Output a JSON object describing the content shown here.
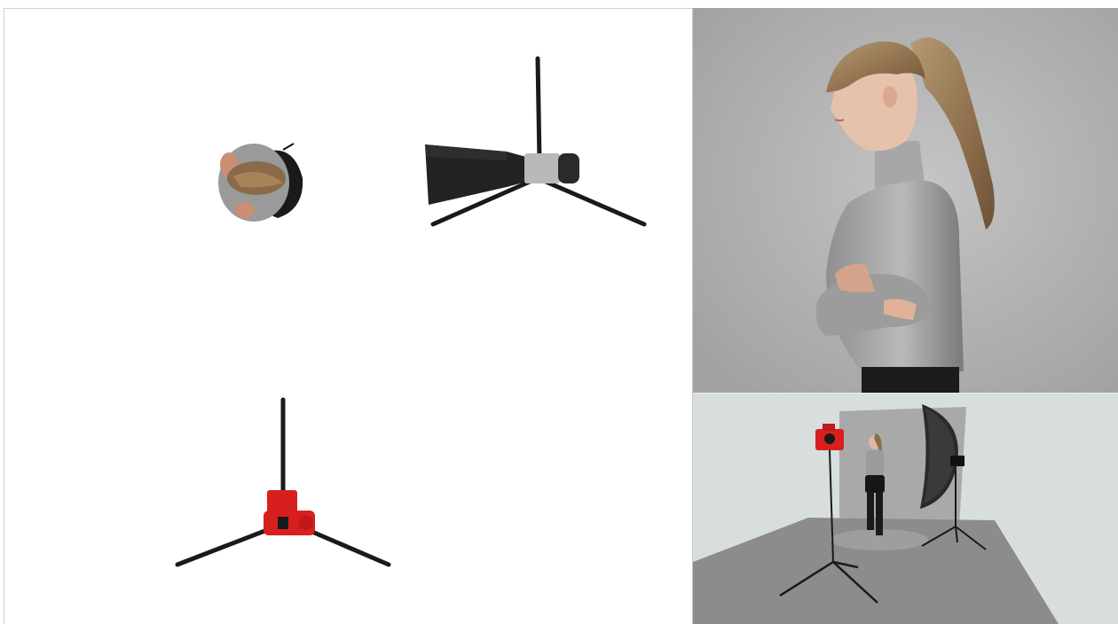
{
  "app": {
    "title": ""
  },
  "viewports": [
    {
      "id": "top",
      "kind": "orthographic-top",
      "objects": [
        "figure-top-icon",
        "softbox-light-top-icon",
        "camera-tripod-top-icon"
      ]
    },
    {
      "id": "perspective",
      "kind": "perspective-render",
      "subject": "woman-profile"
    },
    {
      "id": "studio",
      "kind": "perspective-scene",
      "objects": [
        "camera-tripod",
        "figure",
        "softbox-light",
        "backdrop",
        "floor"
      ]
    }
  ],
  "colors": {
    "top_bg": "#ffffff",
    "render_bg": "#b5b5b5",
    "studio_bg": "#d8dedd",
    "floor": "#8a8a8a",
    "backdrop": "#a9a9a9",
    "camera_red": "#d81f1f",
    "stand_black": "#1a1a1a",
    "softbox_black": "#222222"
  }
}
